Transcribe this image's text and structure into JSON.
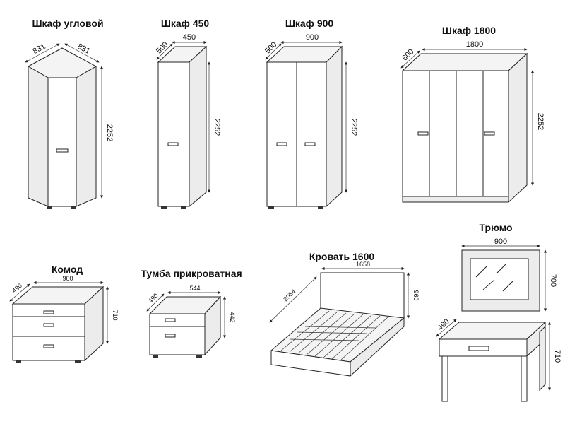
{
  "items": {
    "corner_wardrobe": {
      "title": "Шкаф угловой",
      "width_left": "831",
      "width_right": "831",
      "height": "2252"
    },
    "wardrobe_450": {
      "title": "Шкаф 450",
      "depth": "500",
      "width": "450",
      "height": "2252"
    },
    "wardrobe_900": {
      "title": "Шкаф 900",
      "depth": "500",
      "width": "900",
      "height": "2252"
    },
    "wardrobe_1800": {
      "title": "Шкаф 1800",
      "depth": "600",
      "width": "1800",
      "height": "2252"
    },
    "dresser": {
      "title": "Комод",
      "depth": "490",
      "width": "900",
      "height": "710"
    },
    "nightstand": {
      "title": "Тумба прикроватная",
      "depth": "490",
      "width": "544",
      "height": "442"
    },
    "bed_1600": {
      "title": "Кровать 1600",
      "width": "1658",
      "length": "2054",
      "height": "960"
    },
    "vanity": {
      "title": "Трюмо",
      "mirror_width": "900",
      "mirror_height": "700",
      "depth": "490",
      "height": "710"
    }
  },
  "colors": {
    "line": "#222222",
    "text": "#111111",
    "background": "#ffffff"
  }
}
